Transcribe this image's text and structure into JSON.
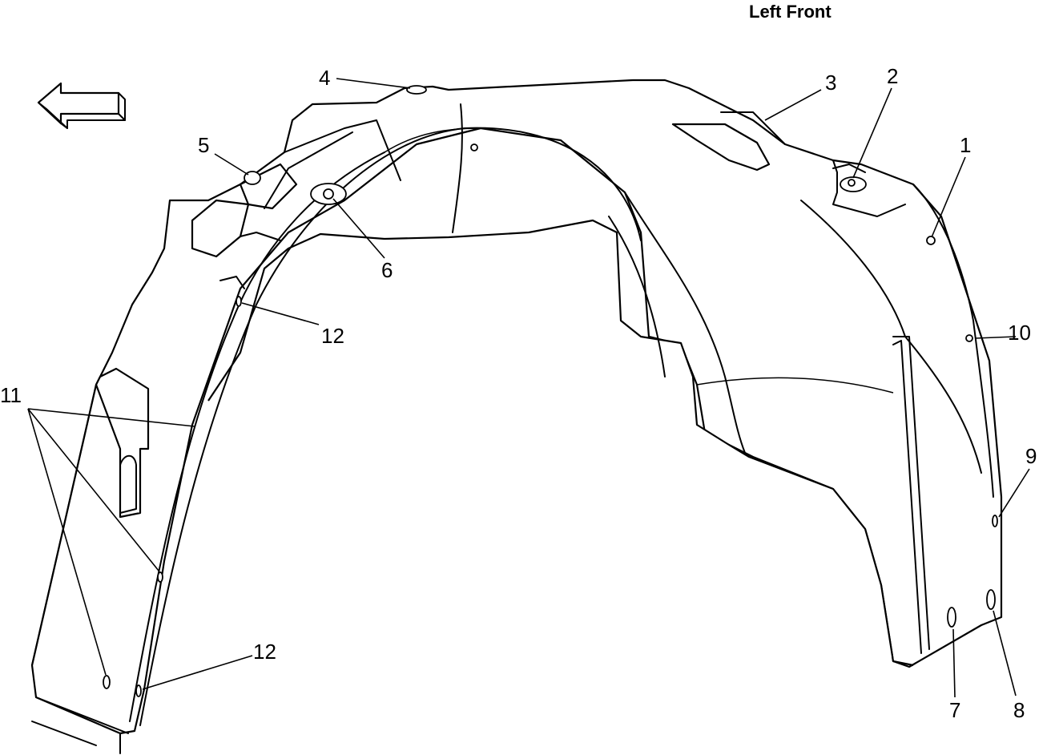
{
  "diagram": {
    "title": "Left Front",
    "callouts": [
      {
        "id": "c1",
        "label": "1"
      },
      {
        "id": "c2",
        "label": "2"
      },
      {
        "id": "c3",
        "label": "3"
      },
      {
        "id": "c4",
        "label": "4"
      },
      {
        "id": "c5",
        "label": "5"
      },
      {
        "id": "c6",
        "label": "6"
      },
      {
        "id": "c7",
        "label": "7"
      },
      {
        "id": "c8",
        "label": "8"
      },
      {
        "id": "c9",
        "label": "9"
      },
      {
        "id": "c10",
        "label": "10"
      },
      {
        "id": "c11",
        "label": "11"
      },
      {
        "id": "c12a",
        "label": "12"
      },
      {
        "id": "c12b",
        "label": "12"
      }
    ],
    "direction_arrow": "arrow-left-icon"
  }
}
